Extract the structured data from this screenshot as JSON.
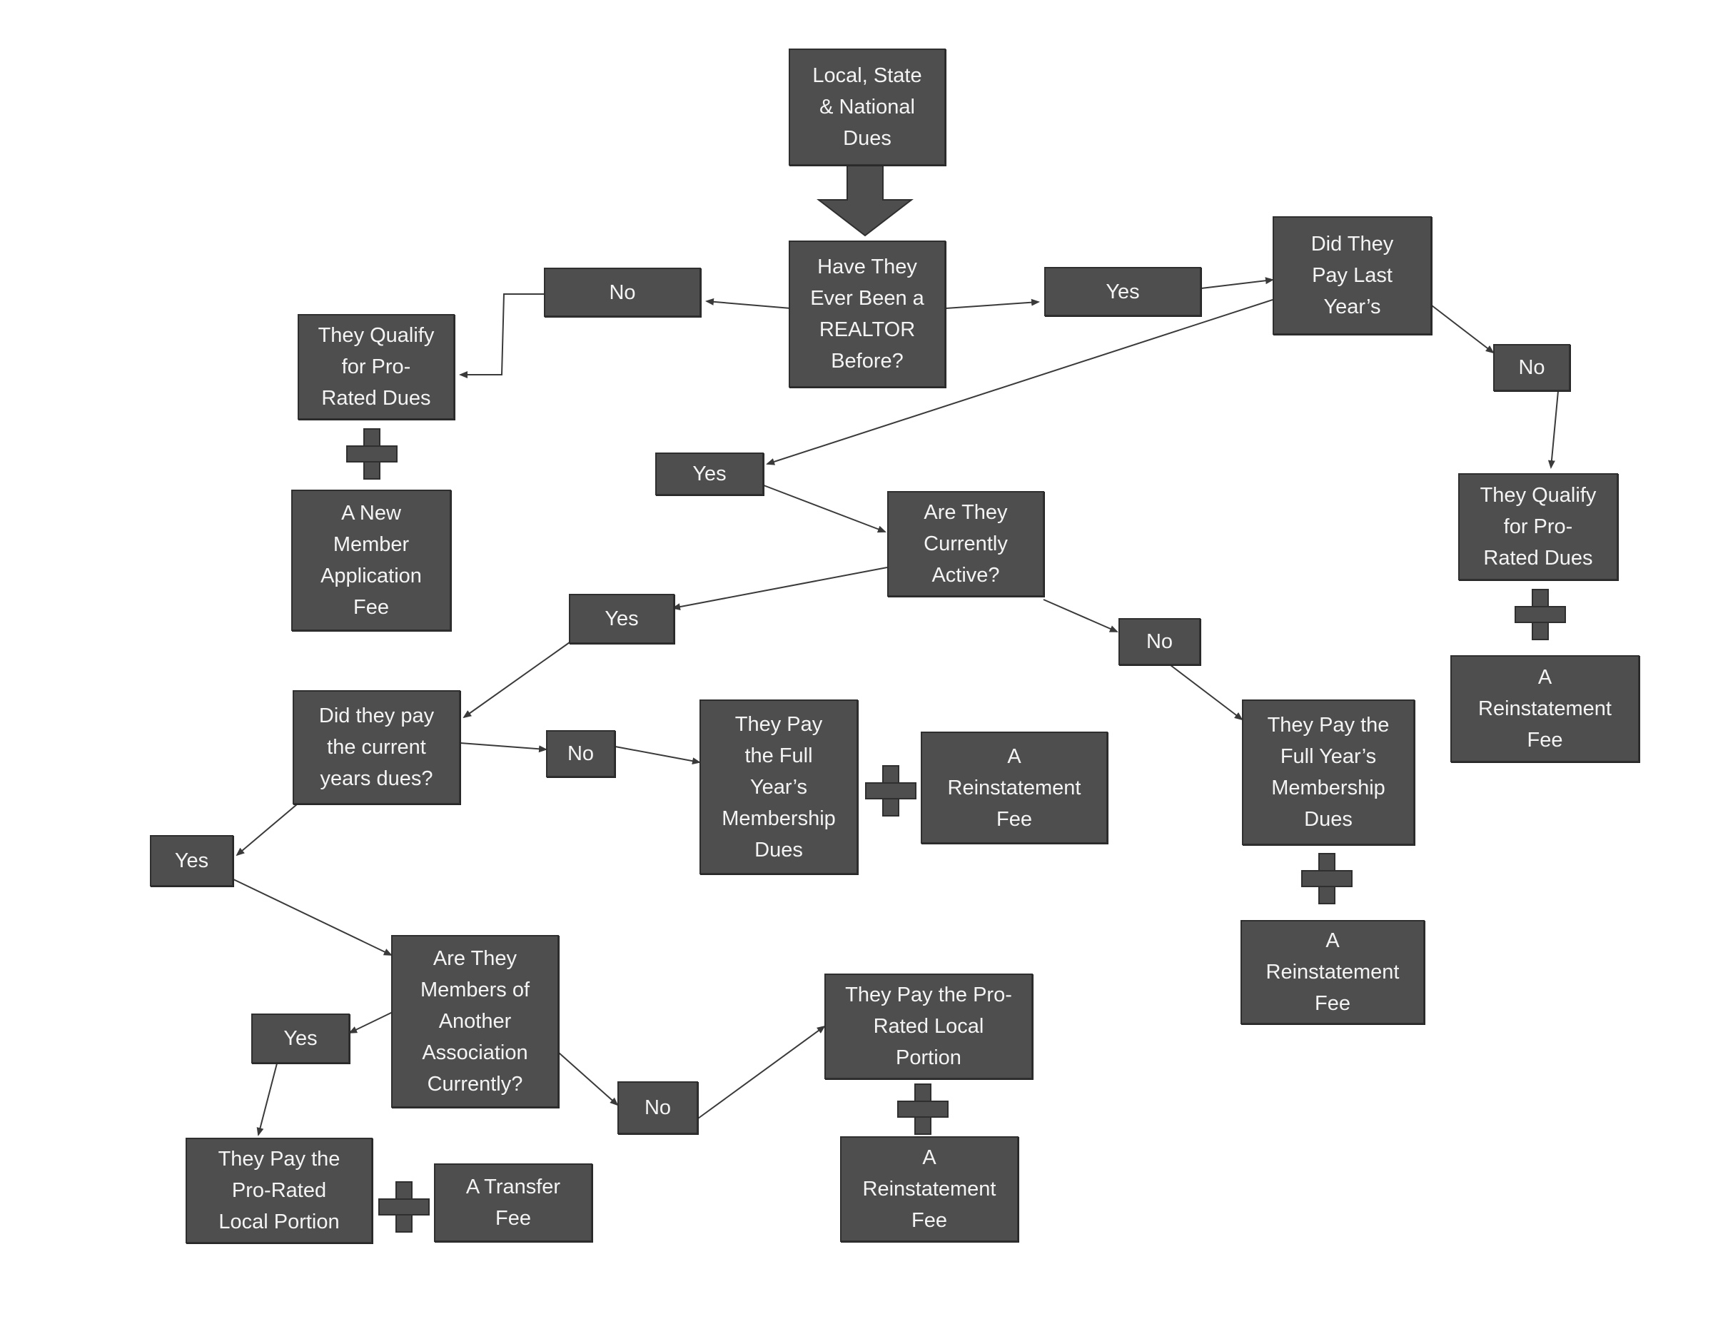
{
  "nodes": {
    "start": "Local, State\n& National\nDues",
    "ever_realtor": "Have They\nEver Been a\nREALTOR\nBefore?",
    "no_ever": "No",
    "yes_ever": "Yes",
    "qualify_left": "They Qualify\nfor Pro-\nRated Dues",
    "new_member_fee": "A New\nMember\nApplication\nFee",
    "paid_last": "Did They\nPay Last\nYear’s",
    "no_last": "No",
    "qualify_right": "They Qualify\nfor Pro-\nRated Dues",
    "reinstate_right": "A\nReinstatement\nFee",
    "yes_last": "Yes",
    "currently_active": "Are They\nCurrently\nActive?",
    "yes_active": "Yes",
    "no_active": "No",
    "paid_current": "Did they pay\nthe current\nyears dues?",
    "no_current": "No",
    "pay_full_mid": "They Pay\nthe Full\nYear’s\nMembership\nDues",
    "reinstate_mid": "A\nReinstatement\nFee",
    "pay_full_right": "They Pay the\nFull Year’s\nMembership\nDues",
    "reinstate_right2": "A\nReinstatement\nFee",
    "yes_current": "Yes",
    "other_assoc": "Are They\nMembers of\nAnother\nAssociation\nCurrently?",
    "yes_other": "Yes",
    "no_other": "No",
    "prorated_local_left": "They Pay the\nPro-Rated\nLocal Portion",
    "transfer_fee": "A Transfer\nFee",
    "prorated_local_mid": "They Pay the Pro-\nRated Local\nPortion",
    "reinstate_bottom": "A\nReinstatement\nFee"
  }
}
